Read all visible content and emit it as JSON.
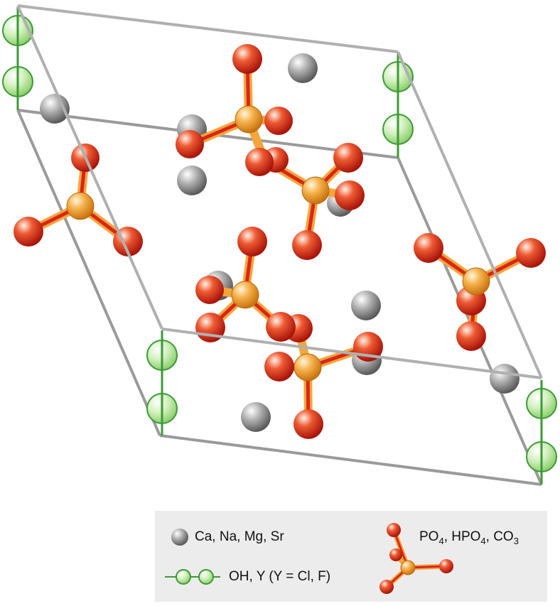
{
  "colors": {
    "frame": "#b0b0b0",
    "frame_dark": "#9a9a9a",
    "cation": "#8c8c8c",
    "anion_chain": "#b9e6a0",
    "anion_stroke": "#3c9a36",
    "oxygen": "#e0321c",
    "phosphorus": "#f3a63a",
    "legend_bg": "#ececec"
  },
  "legend": {
    "cation_label": "Ca, Na, Mg, Sr",
    "anion_label": "OH, Y (Y = Cl, F)",
    "group_label": {
      "part1": "PO",
      "sub1": "4",
      "part2": ", HPO",
      "sub2": "4",
      "part3": ", CO",
      "sub3": "3"
    }
  }
}
